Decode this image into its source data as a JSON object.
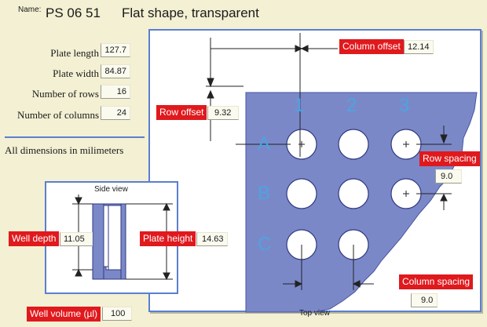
{
  "header": {
    "name_label": "Name:",
    "product_code": "PS 06 51",
    "product_desc": "Flat shape, transparent"
  },
  "fields": {
    "plate_length": {
      "label": "Plate length",
      "value": "127.7"
    },
    "plate_width": {
      "label": "Plate width",
      "value": "84.87"
    },
    "num_rows": {
      "label": "Number of rows",
      "value": "16"
    },
    "num_columns": {
      "label": "Number of  columns",
      "value": "24"
    }
  },
  "note": "All dimensions in milimeters",
  "top_view": {
    "caption": "Top view",
    "column_labels": [
      "1",
      "2",
      "3"
    ],
    "row_labels": [
      "A",
      "B",
      "C"
    ],
    "column_offset": {
      "label": "Column offset",
      "value": "12.14"
    },
    "row_offset": {
      "label": "Row offset",
      "value": "9.32"
    },
    "row_spacing": {
      "label": "Row spacing",
      "value": "9.0"
    },
    "column_spacing": {
      "label": "Column spacing",
      "value": "9.0"
    }
  },
  "side_view": {
    "caption": "Side view",
    "well_depth": {
      "label": "Well depth",
      "value": "11.05"
    },
    "plate_height": {
      "label": "Plate height",
      "value": "14.63"
    }
  },
  "well_volume": {
    "label": "Well volume (µl)",
    "value": "100"
  },
  "colors": {
    "background": "#f3f0d3",
    "plate_blue": "#7b88c8",
    "label_red": "#e0191d",
    "panel_border": "#5a7fd0"
  }
}
